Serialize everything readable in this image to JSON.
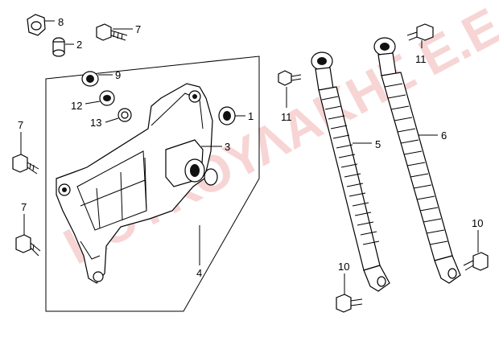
{
  "watermark": "ΚΟΥΚΟΥΛΑΚΗΣ Ε.Ε.",
  "callouts": {
    "c1": "1",
    "c2": "2",
    "c3": "3",
    "c4": "4",
    "c5": "5",
    "c6": "6",
    "c7a": "7",
    "c7b": "7",
    "c7c": "7",
    "c8": "8",
    "c9": "9",
    "c10a": "10",
    "c10b": "10",
    "c11": "11",
    "c12": "12",
    "c13": "13"
  },
  "colors": {
    "line": "#000000",
    "watermark": "#e46a6a",
    "background": "#ffffff"
  }
}
